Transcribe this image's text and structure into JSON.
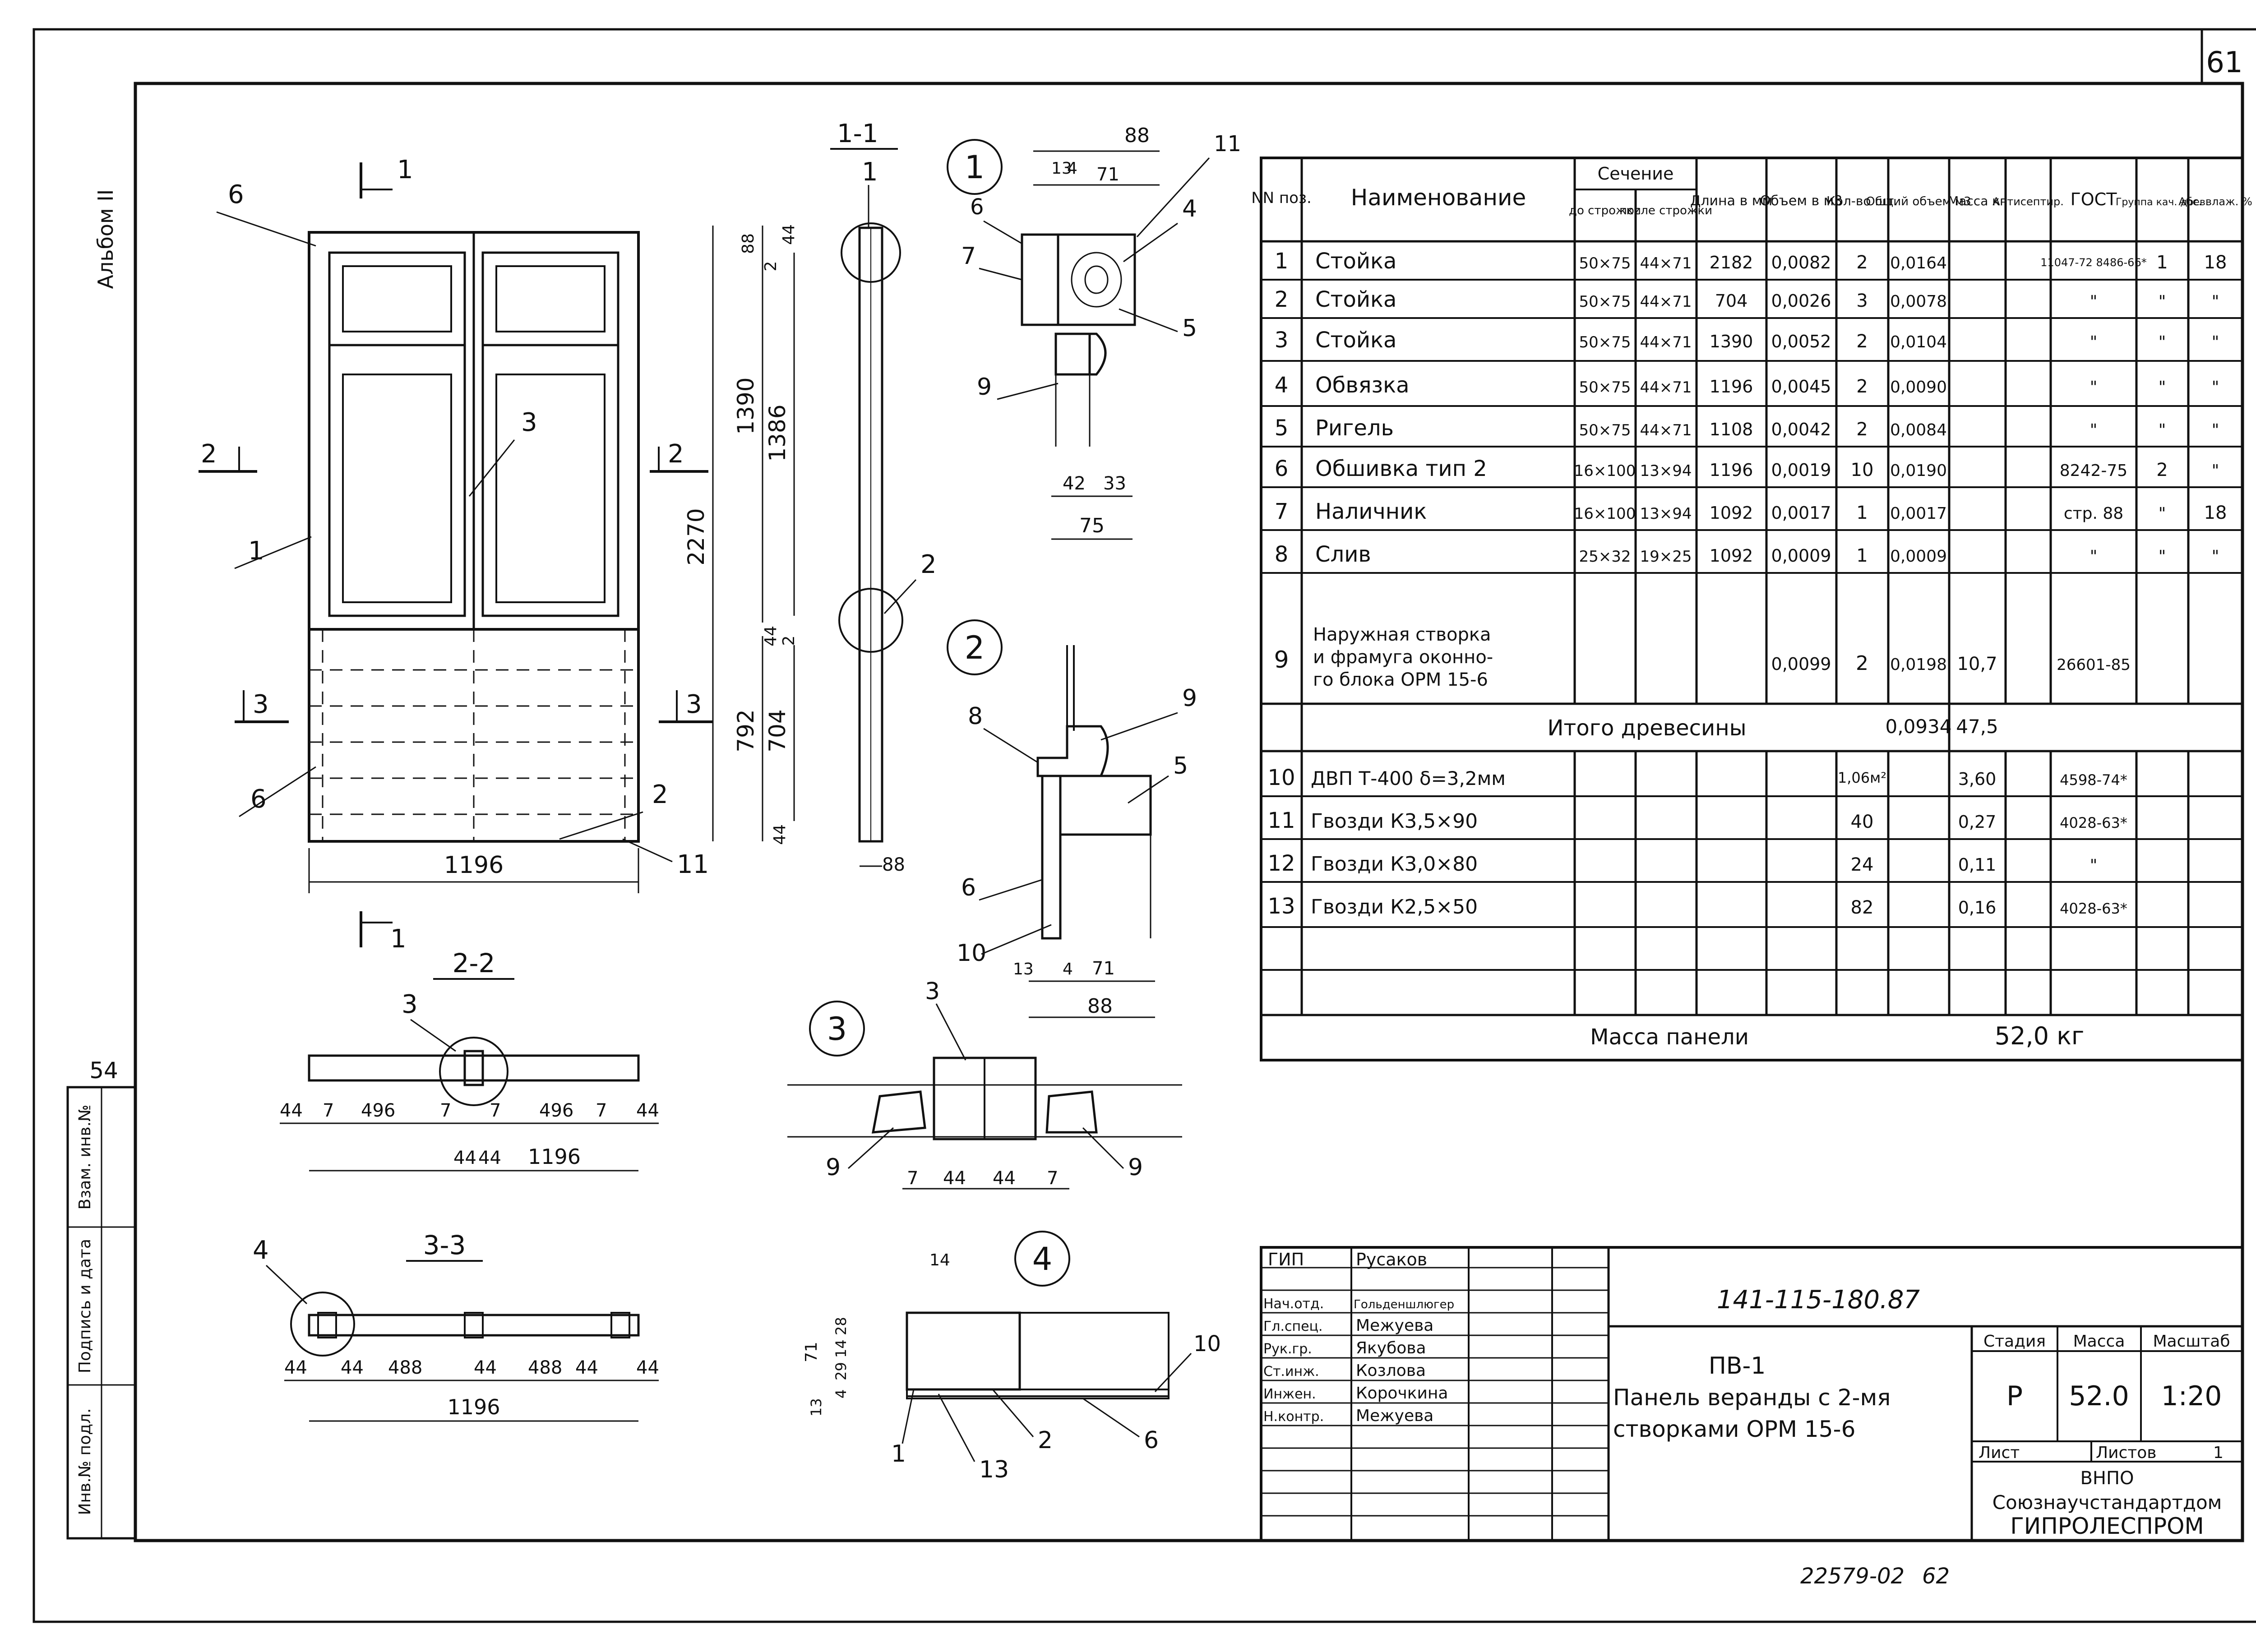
{
  "sheet": {
    "page_number": "61",
    "album": "Альбом II",
    "side_number": "54",
    "footer_code": "22579-02",
    "footer_page": "62"
  },
  "side_stamp": [
    "Инв.№ подл.",
    "Подпись и дата",
    "Взам. инв.№"
  ],
  "views": {
    "section_1_1": "1-1",
    "section_2_2": "2-2",
    "section_3_3": "3-3",
    "detail_1": "1",
    "detail_2": "2",
    "detail_3": "3",
    "detail_4": "4"
  },
  "front_view": {
    "cut_marks": [
      "1",
      "1",
      "2",
      "2",
      "3",
      "3"
    ],
    "callouts": [
      "6",
      "3",
      "1",
      "6",
      "2",
      "11"
    ],
    "dims": {
      "width": "1196",
      "total_height": "2270",
      "upper": "1390",
      "upper_inner": "1386",
      "lower": "792",
      "lower_inner": "704",
      "top_a": "88",
      "top_b": "2",
      "top_c": "44",
      "mid_a": "44",
      "mid_b": "2",
      "bottom": "44",
      "thickness": "88"
    }
  },
  "section_1_1_parts": {
    "callouts": [
      "1",
      "2"
    ]
  },
  "detail_1_parts": {
    "callouts": [
      "11",
      "4",
      "6",
      "7",
      "5",
      "9"
    ],
    "dims": [
      "88",
      "13",
      "4",
      "71",
      "42",
      "33",
      "75"
    ]
  },
  "detail_2_parts": {
    "callouts": [
      "9",
      "8",
      "5",
      "6",
      "10"
    ],
    "dims": [
      "13",
      "4",
      "71",
      "88"
    ]
  },
  "detail_3_parts": {
    "callouts": [
      "3",
      "9",
      "9"
    ],
    "dims": [
      "7",
      "44",
      "44",
      "7"
    ]
  },
  "detail_4_parts": {
    "callouts": [
      "10",
      "1",
      "2",
      "6",
      "13"
    ],
    "dims": [
      "14",
      "71",
      "28",
      "14",
      "29",
      "4",
      "13"
    ]
  },
  "section_2_2_parts": {
    "callout": "3",
    "dims": [
      "44",
      "7",
      "496",
      "7",
      "7",
      "496",
      "7",
      "44",
      "44",
      "44",
      "1196"
    ]
  },
  "section_3_3_parts": {
    "callout": "4",
    "dims": [
      "44",
      "44",
      "488",
      "44",
      "488",
      "44",
      "44",
      "1196"
    ]
  },
  "spec_table": {
    "headers": {
      "pos": "NN поз.",
      "name": "Наименование",
      "section": "Сечение",
      "before": "до строжки",
      "after": "после строжки",
      "length": "Длина в мм",
      "volume": "Объем в м3",
      "qty": "Кол-во шт.",
      "total_volume": "Общий объем м3",
      "mass": "Масса кг",
      "antisep": "Антисептир.",
      "gost": "ГОСТ",
      "group": "Группа кач. древ.",
      "moisture": "Абс. влаж. %"
    },
    "rows": [
      {
        "pos": "1",
        "name": "Стойка",
        "before": "50×75",
        "after": "44×71",
        "length": "2182",
        "volume": "0,0082",
        "qty": "2",
        "total": "0,0164",
        "mass": "",
        "gost": "11047-72 8486-66*",
        "group": "1",
        "moist": "18"
      },
      {
        "pos": "2",
        "name": "Стойка",
        "before": "50×75",
        "after": "44×71",
        "length": "704",
        "volume": "0,0026",
        "qty": "3",
        "total": "0,0078",
        "mass": "",
        "gost": "\"",
        "group": "\"",
        "moist": "\""
      },
      {
        "pos": "3",
        "name": "Стойка",
        "before": "50×75",
        "after": "44×71",
        "length": "1390",
        "volume": "0,0052",
        "qty": "2",
        "total": "0,0104",
        "mass": "",
        "gost": "\"",
        "group": "\"",
        "moist": "\""
      },
      {
        "pos": "4",
        "name": "Обвязка",
        "before": "50×75",
        "after": "44×71",
        "length": "1196",
        "volume": "0,0045",
        "qty": "2",
        "total": "0,0090",
        "mass": "",
        "gost": "\"",
        "group": "\"",
        "moist": "\""
      },
      {
        "pos": "5",
        "name": "Ригель",
        "before": "50×75",
        "after": "44×71",
        "length": "1108",
        "volume": "0,0042",
        "qty": "2",
        "total": "0,0084",
        "mass": "",
        "gost": "\"",
        "group": "\"",
        "moist": "\""
      },
      {
        "pos": "6",
        "name": "Обшивка тип 2",
        "before": "16×100",
        "after": "13×94",
        "length": "1196",
        "volume": "0,0019",
        "qty": "10",
        "total": "0,0190",
        "mass": "",
        "gost": "8242-75",
        "group": "2",
        "moist": "\""
      },
      {
        "pos": "7",
        "name": "Наличник",
        "before": "16×100",
        "after": "13×94",
        "length": "1092",
        "volume": "0,0017",
        "qty": "1",
        "total": "0,0017",
        "mass": "",
        "gost": "стр. 88",
        "group": "\"",
        "moist": "18"
      },
      {
        "pos": "8",
        "name": "Слив",
        "before": "25×32",
        "after": "19×25",
        "length": "1092",
        "volume": "0,0009",
        "qty": "1",
        "total": "0,0009",
        "mass": "",
        "gost": "\"",
        "group": "\"",
        "moist": "\""
      }
    ],
    "row9": {
      "pos": "9",
      "name_lines": [
        "Наружная створка",
        "и фрамуга оконно-",
        "го блока ОРМ 15-6"
      ],
      "volume": "0,0099",
      "qty": "2",
      "total": "0,0198",
      "mass": "10,7",
      "gost": "26601-85"
    },
    "wood_total": {
      "label": "Итого древесины",
      "volume": "0,0934",
      "mass": "47,5"
    },
    "hardware": [
      {
        "pos": "10",
        "name": "ДВП Т-400  δ=3,2мм",
        "qty": "1,06м²",
        "mass": "3,60",
        "gost": "4598-74*"
      },
      {
        "pos": "11",
        "name": "Гвозди  К3,5×90",
        "qty": "40",
        "mass": "0,27",
        "gost": "4028-63*"
      },
      {
        "pos": "12",
        "name": "Гвозди  К3,0×80",
        "qty": "24",
        "mass": "0,11",
        "gost": "\""
      },
      {
        "pos": "13",
        "name": "Гвозди  К2,5×50",
        "qty": "82",
        "mass": "0,16",
        "gost": "4028-63*"
      }
    ],
    "panel_mass": {
      "label": "Масса панели",
      "value": "52,0 кг"
    }
  },
  "title_block": {
    "roles": [
      {
        "role": "ГИП",
        "name": "Русаков"
      },
      {
        "role": "Нач.отд.",
        "name": "Гольденшлюгер"
      },
      {
        "role": "Гл.спец.",
        "name": "Межуева"
      },
      {
        "role": "Рук.гр.",
        "name": "Якубова"
      },
      {
        "role": "Ст.инж.",
        "name": "Козлова"
      },
      {
        "role": "Инжен.",
        "name": "Корочкина"
      },
      {
        "role": "Н.контр.",
        "name": "Межуева"
      }
    ],
    "doc_code": "141-115-180.87",
    "title_lines": [
      "ПВ-1",
      "Панель веранды с 2-мя",
      "створками ОРМ 15-6"
    ],
    "stage_label": "Стадия",
    "mass_label": "Масса",
    "scale_label": "Масштаб",
    "stage": "Р",
    "mass": "52.0",
    "scale": "1:20",
    "sheet_label": "Лист",
    "sheets_label": "Листов",
    "sheets": "1",
    "org_lines": [
      "ВНПО",
      "Союзнаучстандартдом",
      "ГИПРОЛЕСПРОМ"
    ]
  }
}
